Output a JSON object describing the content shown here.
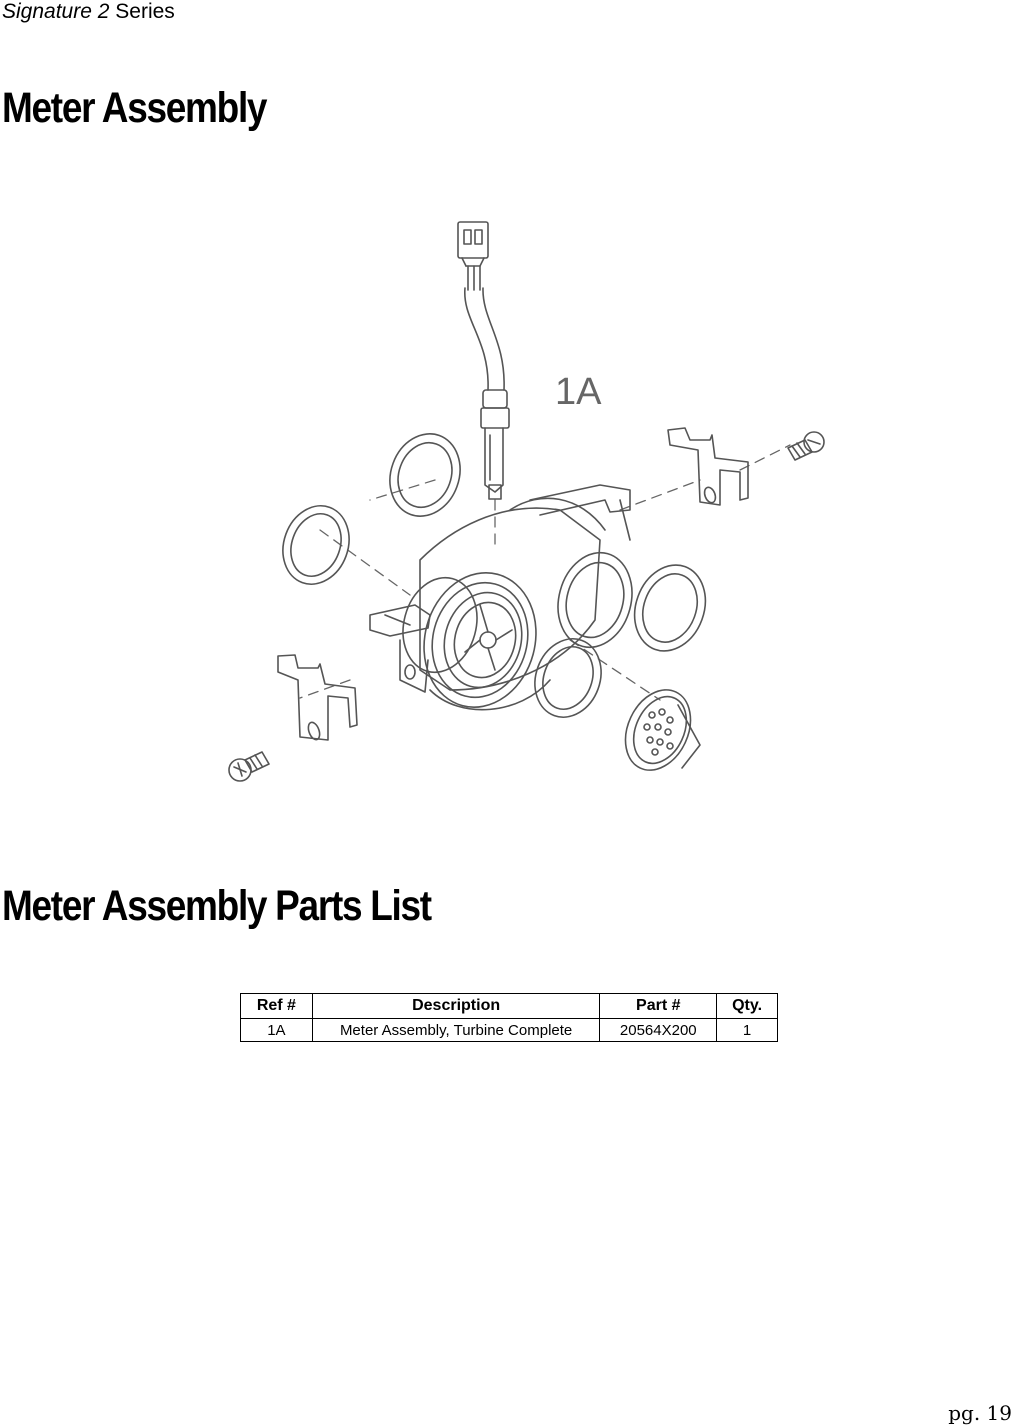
{
  "header": {
    "series_name": "Signature 2",
    "series_suffix": "Series"
  },
  "section1": {
    "title": "Meter Assembly"
  },
  "diagram": {
    "callout": "1A"
  },
  "section2": {
    "title": "Meter Assembly Parts List"
  },
  "parts_table": {
    "headers": [
      "Ref #",
      "Description",
      "Part #",
      "Qty."
    ],
    "rows": [
      [
        "1A",
        "Meter Assembly, Turbine Complete",
        "20564X200",
        "1"
      ]
    ]
  },
  "footer": {
    "page_number": "pg. 19"
  }
}
